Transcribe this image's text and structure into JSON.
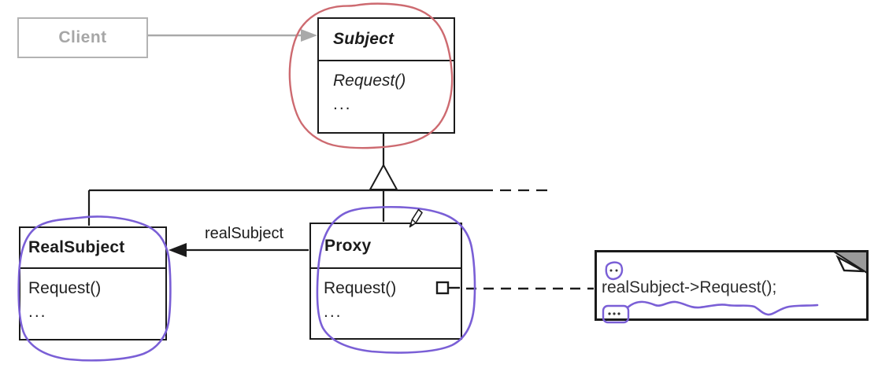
{
  "diagram": {
    "client": {
      "label": "Client"
    },
    "classes": {
      "subject": {
        "name": "Subject",
        "method": "Request()",
        "ellipsis": "...",
        "stereotype": "abstract"
      },
      "real_subject": {
        "name": "RealSubject",
        "method": "Request()",
        "ellipsis": "..."
      },
      "proxy": {
        "name": "Proxy",
        "method": "Request()",
        "ellipsis": "..."
      }
    },
    "association": {
      "label": "realSubject"
    },
    "note": {
      "code": "realSubject->Request();"
    },
    "annotations": {
      "red_circle_target": "Subject",
      "blue_circle_targets": [
        "RealSubject",
        "Proxy"
      ],
      "blue_underline_target": "note-code"
    },
    "colors": {
      "line_black": "#1b1b1b",
      "client_gray": "#a9a9a9",
      "red_annotation": "#cd6a70",
      "blue_annotation": "#7a5fd6",
      "note_fold_fill": "#9a9a9a"
    }
  }
}
